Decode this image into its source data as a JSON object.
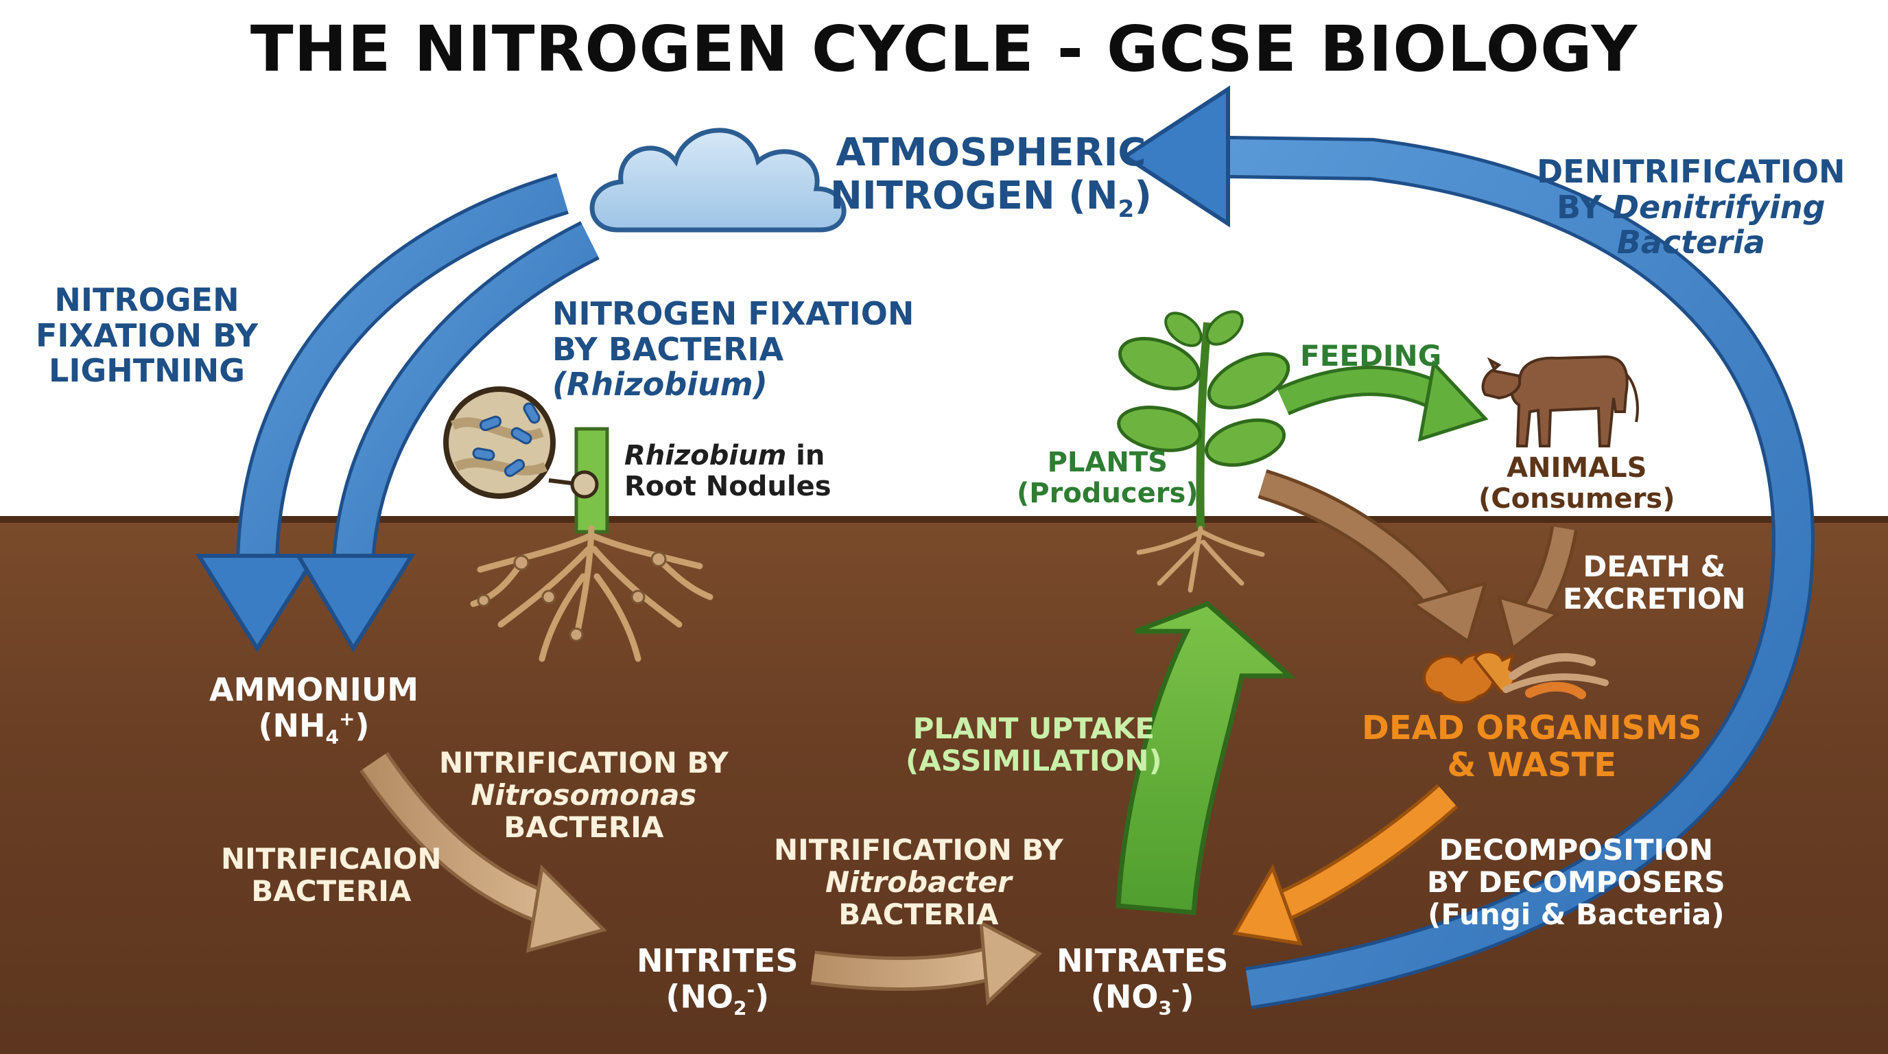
{
  "title": "THE NITROGEN CYCLE - GCSE BIOLOGY",
  "labels": {
    "atmospheric_line1": "ATMOSPHERIC",
    "atmospheric_line2": "NITROGEN (N",
    "atmospheric_sub": "2",
    "atmospheric_close": ")",
    "denitrification_line1": "DENITRIFICATION",
    "denitrification_line2_plain": "BY ",
    "denitrification_line2_italic": "Denitrifying",
    "denitrification_line3_italic": "Bacteria",
    "lightning_line1": "NITROGEN",
    "lightning_line2": "FIXATION BY",
    "lightning_line3": "LIGHTNING",
    "fixation_bacteria_line1": "NITROGEN FIXATION",
    "fixation_bacteria_line2": "BY BACTERIA",
    "fixation_bacteria_line3": "(Rhizobium)",
    "rhizobium_italic": "Rhizobium",
    "rhizobium_plain": " in",
    "root_nodules": "Root Nodules",
    "feeding": "FEEDING",
    "plants_line1": "PLANTS",
    "plants_line2": "(Producers)",
    "animals_line1": "ANIMALS",
    "animals_line2": "(Consumers)",
    "death_line1": "DEATH &",
    "death_line2": "EXCRETION",
    "ammonium_line1": "AMMONIUM",
    "ammonium_line2_prefix": "(NH",
    "ammonium_sub": "4",
    "ammonium_sup": "+",
    "ammonium_close": ")",
    "nitrosomonas_line1": "NITRIFICATION BY",
    "nitrosomonas_line2": "Nitrosomonas",
    "nitrosomonas_line3": "BACTERIA",
    "nitrificaion_line1": "NITRIFICAION",
    "nitrificaion_line2": "BACTERIA",
    "nitrobacter_line1": "NITRIFICATION BY",
    "nitrobacter_line2": "Nitrobacter",
    "nitrobacter_line3": "BACTERIA",
    "nitrites_line1": "NITRITES",
    "nitrites_prefix": "(NO",
    "nitrites_sub": "2",
    "nitrites_sup": "-",
    "nitrites_close": ")",
    "nitrates_line1": "NITRATES",
    "nitrates_prefix": "(NO",
    "nitrates_sub": "3",
    "nitrates_sup": "-",
    "nitrates_close": ")",
    "uptake_line1": "PLANT UPTAKE",
    "uptake_line2": "(ASSIMILATION)",
    "dead_line1": "DEAD ORGANISMS",
    "dead_line2": "& WASTE",
    "decomp_line1": "DECOMPOSITION",
    "decomp_line2": "BY DECOMPOSERS",
    "decomp_line3": "(Fungi & Bacteria)"
  },
  "colors": {
    "blue_arrow": "#3b7dc4",
    "blue_text": "#1e4f86",
    "green_arrow": "#5fae3a",
    "tan_arrow": "#c8a178",
    "brown_arrow": "#a27550",
    "orange_arrow": "#f0922a",
    "soil": "#6a3f24",
    "cloud": "#b9d6ef",
    "cow": "#8b5a3c"
  },
  "icons": [
    "cloud-icon",
    "rhizobium-magnifier-icon",
    "root-nodules-icon",
    "plant-icon",
    "cow-icon",
    "dead-organisms-icon"
  ]
}
